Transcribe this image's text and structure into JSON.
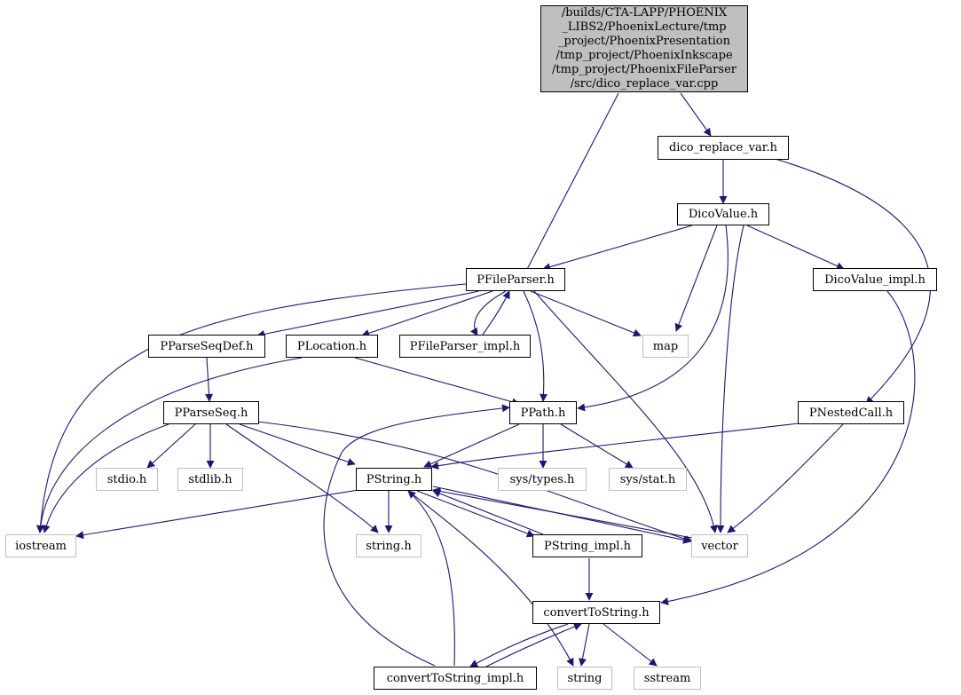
{
  "colors": {
    "edge": "#191970",
    "root_fill": "#bfbfbf",
    "external_border": "#bfbfbf",
    "node_border": "#000000"
  },
  "nodes": {
    "root": "/builds/CTA-LAPP/PHOENIX\n_LIBS2/PhoenixLecture/tmp\n_project/PhoenixPresentation\n/tmp_project/PhoenixInkscape\n/tmp_project/PhoenixFileParser\n/src/dico_replace_var.cpp",
    "dico_replace_var_h": "dico_replace_var.h",
    "dicovalue_h": "DicoValue.h",
    "pfileparser_h": "PFileParser.h",
    "dicovalue_impl_h": "DicoValue_impl.h",
    "pparseseqdef_h": "PParseSeqDef.h",
    "plocation_h": "PLocation.h",
    "pfileparser_impl_h": "PFileParser_impl.h",
    "map": "map",
    "pparseseq_h": "PParseSeq.h",
    "ppath_h": "PPath.h",
    "pnestedcall_h": "PNestedCall.h",
    "stdio_h": "stdio.h",
    "stdlib_h": "stdlib.h",
    "pstring_h": "PString.h",
    "sys_types_h": "sys/types.h",
    "sys_stat_h": "sys/stat.h",
    "iostream": "iostream",
    "string_h": "string.h",
    "pstring_impl_h": "PString_impl.h",
    "vector": "vector",
    "converttostring_h": "convertToString.h",
    "converttostring_impl_h": "convertToString_impl.h",
    "string": "string",
    "sstream": "sstream"
  }
}
